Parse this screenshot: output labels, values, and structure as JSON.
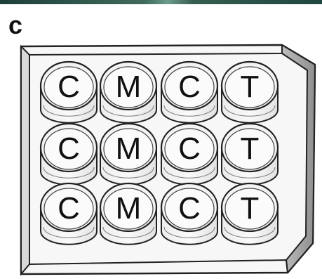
{
  "panel_label": "c",
  "wells": [
    [
      "C",
      "M",
      "C",
      "T"
    ],
    [
      "C",
      "M",
      "C",
      "T"
    ],
    [
      "C",
      "M",
      "C",
      "T"
    ]
  ]
}
